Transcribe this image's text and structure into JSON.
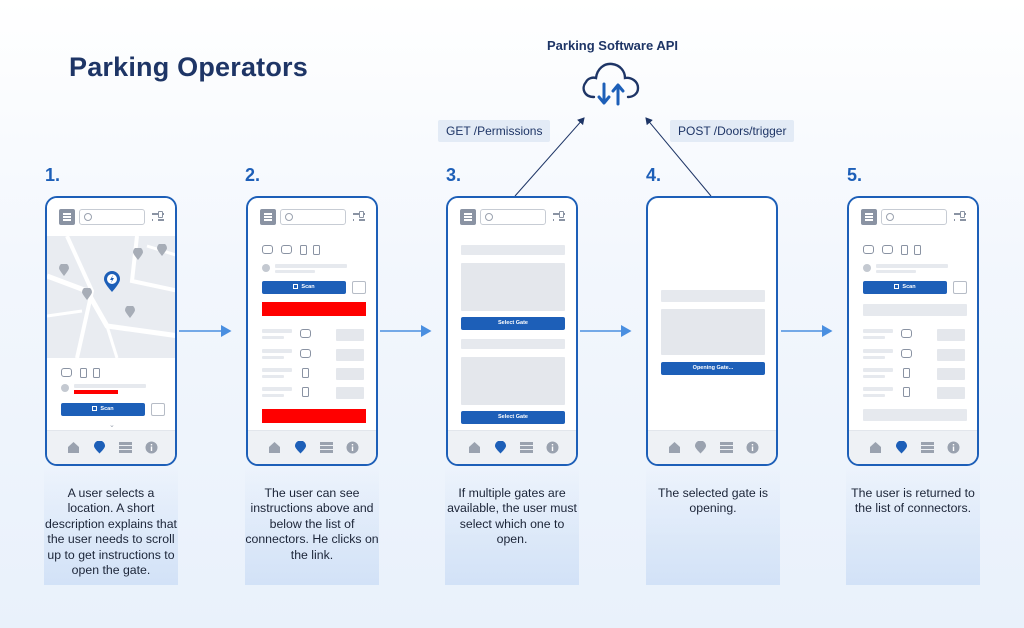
{
  "title": "Parking Operators",
  "api": {
    "title": "Parking Software API",
    "cloud_icon": "cloud-upload-download-icon",
    "get_label": "GET /Permissions",
    "post_label": "POST /Doors/trigger"
  },
  "steps": [
    {
      "number": "1.",
      "caption": "A user selects a location. A short description explains that the user needs to scroll up to get instructions to open the gate.",
      "button": "Scan"
    },
    {
      "number": "2.",
      "caption": "The user can see instructions above and below the list of connectors. He clicks on the link.",
      "button": "Scan"
    },
    {
      "number": "3.",
      "caption": "If multiple gates are available, the user must select which one to open.",
      "button_a": "Select Gate",
      "button_b": "Select Gate"
    },
    {
      "number": "4.",
      "caption": "The selected gate is opening.",
      "button": "Opening Gate..."
    },
    {
      "number": "5.",
      "caption": "The user is returned to the list of connectors.",
      "button": "Scan"
    }
  ],
  "colors": {
    "accent": "#1d5fb8",
    "heading": "#1e3566",
    "highlight": "#ff0000"
  }
}
